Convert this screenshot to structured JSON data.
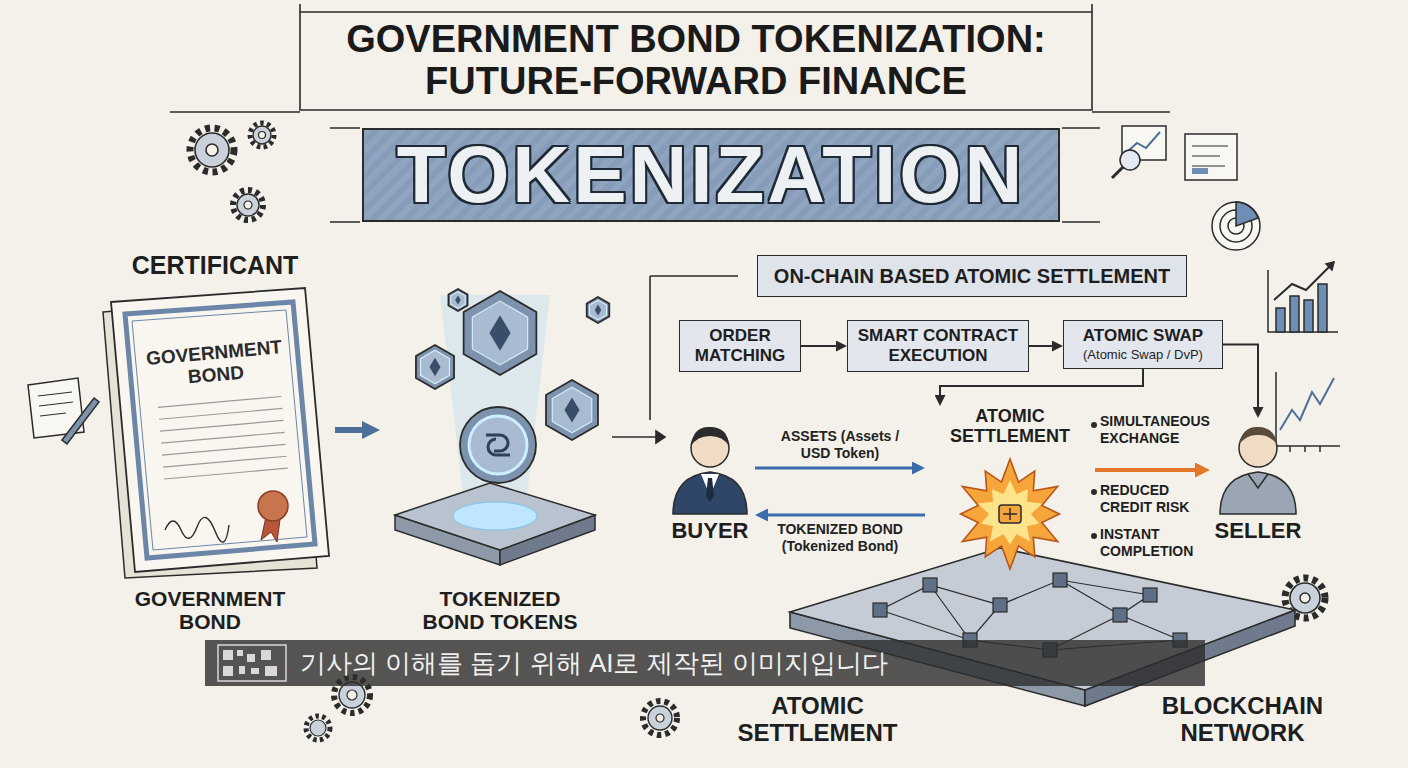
{
  "diagram": {
    "title": "GOVERNMENT BOND TOKENIZATION: FUTURE-FORWARD FINANCE",
    "nodes": [
      {
        "text": [
          "TOKENIZATION"
        ]
      },
      {
        "text": [
          "CERTIFICANT",
          "GOVERNMENT BOND"
        ]
      },
      {
        "text": [
          "TOKENIZED BOND TOKENS"
        ]
      },
      {
        "text": [
          "ON-CHAIN BASED ATOMIC SETTLEMENT"
        ]
      },
      {
        "text": [
          "ORDER MATCHING"
        ]
      },
      {
        "text": [
          "SMART CONTRACT EXECUTION"
        ]
      },
      {
        "text": [
          "ATOMIC SWAP",
          "(Atomic Swap / DvP)"
        ]
      },
      {
        "text": [
          "BUYER"
        ]
      },
      {
        "text": [
          "ATOMIC SETTLEMENT"
        ]
      },
      {
        "text": [
          "SELLER"
        ]
      }
    ],
    "edges": [
      {
        "from": 1,
        "to": 2,
        "arrow": "to"
      },
      {
        "from": 4,
        "to": 5,
        "arrow": "to"
      },
      {
        "from": 5,
        "to": 6,
        "arrow": "to"
      },
      {
        "from": 6,
        "to": 9,
        "arrow": "to"
      },
      {
        "from": 6,
        "to": 8,
        "arrow": "to"
      },
      {
        "from": 7,
        "to": 8,
        "label": "ASSETS (Assets / USD Token)",
        "arrow": "to"
      },
      {
        "from": 8,
        "to": 7,
        "label": "TOKENIZED BOND (Tokenized Bond)",
        "arrow": "to"
      },
      {
        "from": 8,
        "to": 9,
        "arrow": "to"
      }
    ],
    "labels": [
      "SIMULTANEOUS EXCHANGE",
      "REDUCED CREDIT RISK",
      "INSTANT COMPLETION",
      "GOVERNMENT BOND",
      "ATOMIC SETTLEMENT",
      "BLOCKCHAIN NETWORK",
      "기사의 이해를 돕기 위해 AI로 제작된 이미지입니다"
    ]
  }
}
